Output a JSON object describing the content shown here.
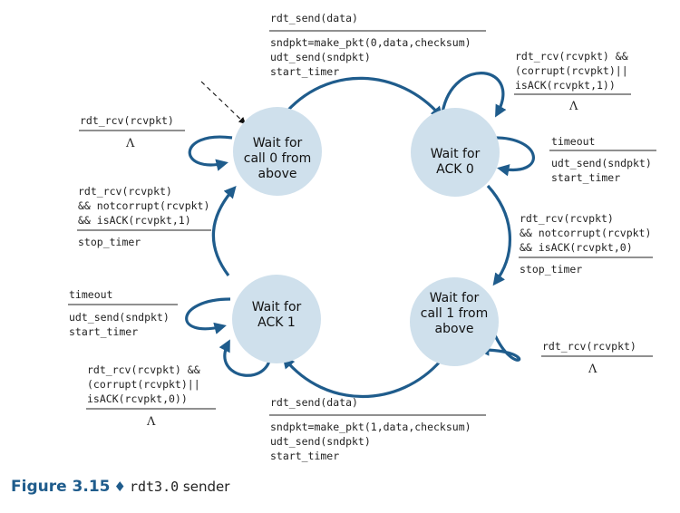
{
  "states": {
    "s0": [
      "Wait for",
      "call 0 from",
      "above"
    ],
    "s1": [
      "Wait for",
      "ACK 0"
    ],
    "s2": [
      "Wait for",
      "call 1 from",
      "above"
    ],
    "s3": [
      "Wait for",
      "ACK 1"
    ]
  },
  "transitions": {
    "t_top": {
      "event": [
        "rdt_send(data)"
      ],
      "actions": [
        "sndpkt=make_pkt(0,data,checksum)",
        "udt_send(sndpkt)",
        "start_timer"
      ]
    },
    "t_ack0_self_top": {
      "event": [
        "rdt_rcv(rcvpkt) &&",
        "(corrupt(rcvpkt)||",
        "isACK(rcvpkt,1))"
      ],
      "actions": [
        "Λ"
      ]
    },
    "t_ack0_timeout": {
      "event": [
        "timeout"
      ],
      "actions": [
        "udt_send(sndpkt)",
        "start_timer"
      ]
    },
    "t_right": {
      "event": [
        "rdt_rcv(rcvpkt)",
        "&& notcorrupt(rcvpkt)",
        "&& isACK(rcvpkt,0)"
      ],
      "actions": [
        "stop_timer"
      ]
    },
    "t_call1_self": {
      "event": [
        "rdt_rcv(rcvpkt)"
      ],
      "actions": [
        "Λ"
      ]
    },
    "t_bottom": {
      "event": [
        "rdt_send(data)"
      ],
      "actions": [
        "sndpkt=make_pkt(1,data,checksum)",
        "udt_send(sndpkt)",
        "start_timer"
      ]
    },
    "t_ack1_self_bottom": {
      "event": [
        "rdt_rcv(rcvpkt) &&",
        "(corrupt(rcvpkt)||",
        "isACK(rcvpkt,0))"
      ],
      "actions": [
        "Λ"
      ]
    },
    "t_ack1_timeout": {
      "event": [
        "timeout"
      ],
      "actions": [
        "udt_send(sndpkt)",
        "start_timer"
      ]
    },
    "t_left": {
      "event": [
        "rdt_rcv(rcvpkt)",
        "&& notcorrupt(rcvpkt)",
        "&& isACK(rcvpkt,1)"
      ],
      "actions": [
        "stop_timer"
      ]
    },
    "t_call0_self": {
      "event": [
        "rdt_rcv(rcvpkt)"
      ],
      "actions": [
        "Λ"
      ]
    }
  },
  "caption": {
    "label": "Figure 3.15",
    "separator": "♦",
    "code": "rdt3.0",
    "text": " sender"
  },
  "colors": {
    "edge": "#1f5c8c",
    "state_fill": "#cfe0ec",
    "caption_blue": "#1f5c8c"
  }
}
